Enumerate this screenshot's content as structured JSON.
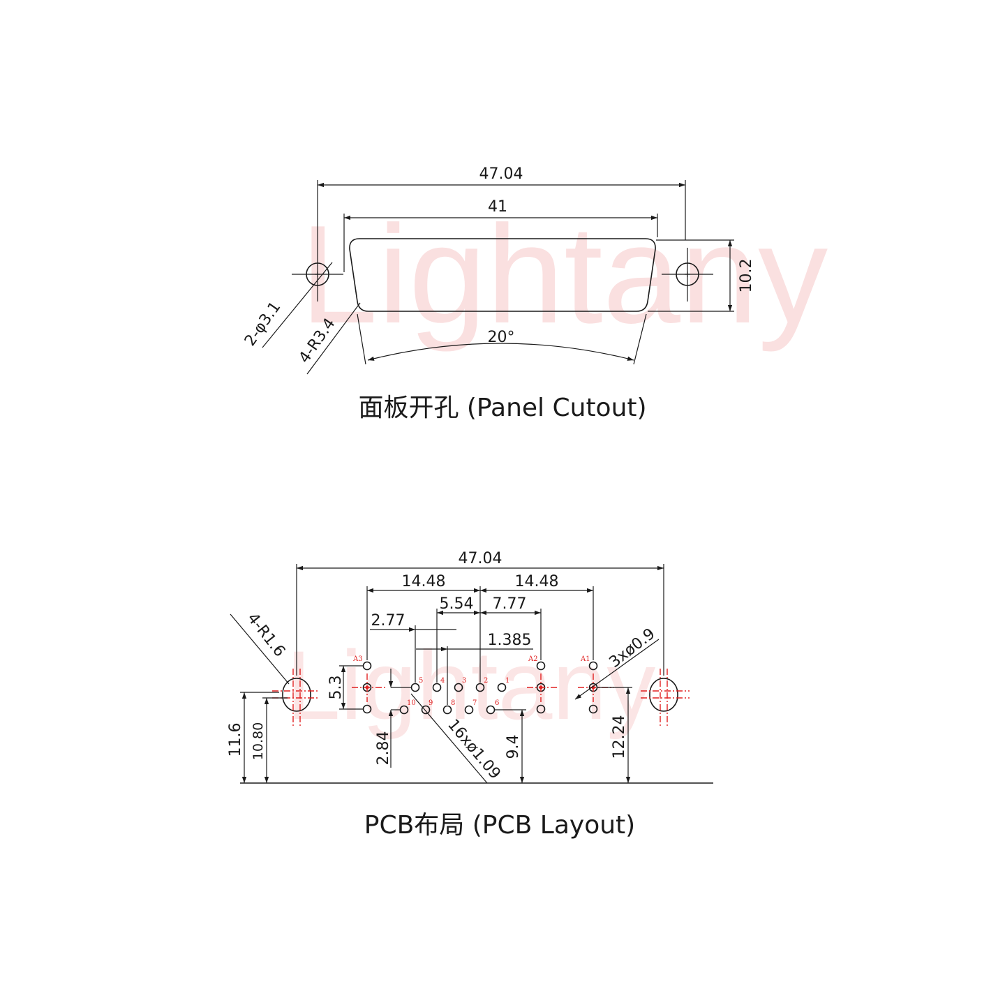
{
  "watermark": "Lightany",
  "panel": {
    "title": "面板开孔 (Panel Cutout)",
    "dim_width_total": "47.04",
    "dim_width_shell": "41",
    "dim_height": "10.2",
    "dim_angle": "20°",
    "dim_mount_hole": "2-φ3.1",
    "dim_corner_radius": "4-R3.4"
  },
  "pcb": {
    "title": "PCB布局 (PCB Layout)",
    "dim_width_total": "47.04",
    "dim_left_pitch": "14.48",
    "dim_right_pitch": "14.48",
    "dim_5_54": "5.54",
    "dim_7_77": "7.77",
    "dim_2_77": "2.77",
    "dim_1_385": "1.385",
    "dim_5_3": "5.3",
    "dim_11_6": "11.6",
    "dim_10_80": "10.80",
    "dim_2_84": "2.84",
    "dim_9_4": "9.4",
    "dim_12_24": "12.24",
    "dim_corner_radius": "4-R1.6",
    "dim_coax_holes": "3xø0.9",
    "dim_signal_holes": "16xø1.09",
    "pin_labels": {
      "a1": "A1",
      "a2": "A2",
      "a3": "A3",
      "p1": "1",
      "p2": "2",
      "p3": "3",
      "p4": "4",
      "p5": "5",
      "p6": "6",
      "p7": "7",
      "p8": "8",
      "p9": "9",
      "p10": "10"
    }
  },
  "colors": {
    "line": "#1a1a1a",
    "centerline": "#e02020",
    "watermark": "#f7c7c7"
  }
}
